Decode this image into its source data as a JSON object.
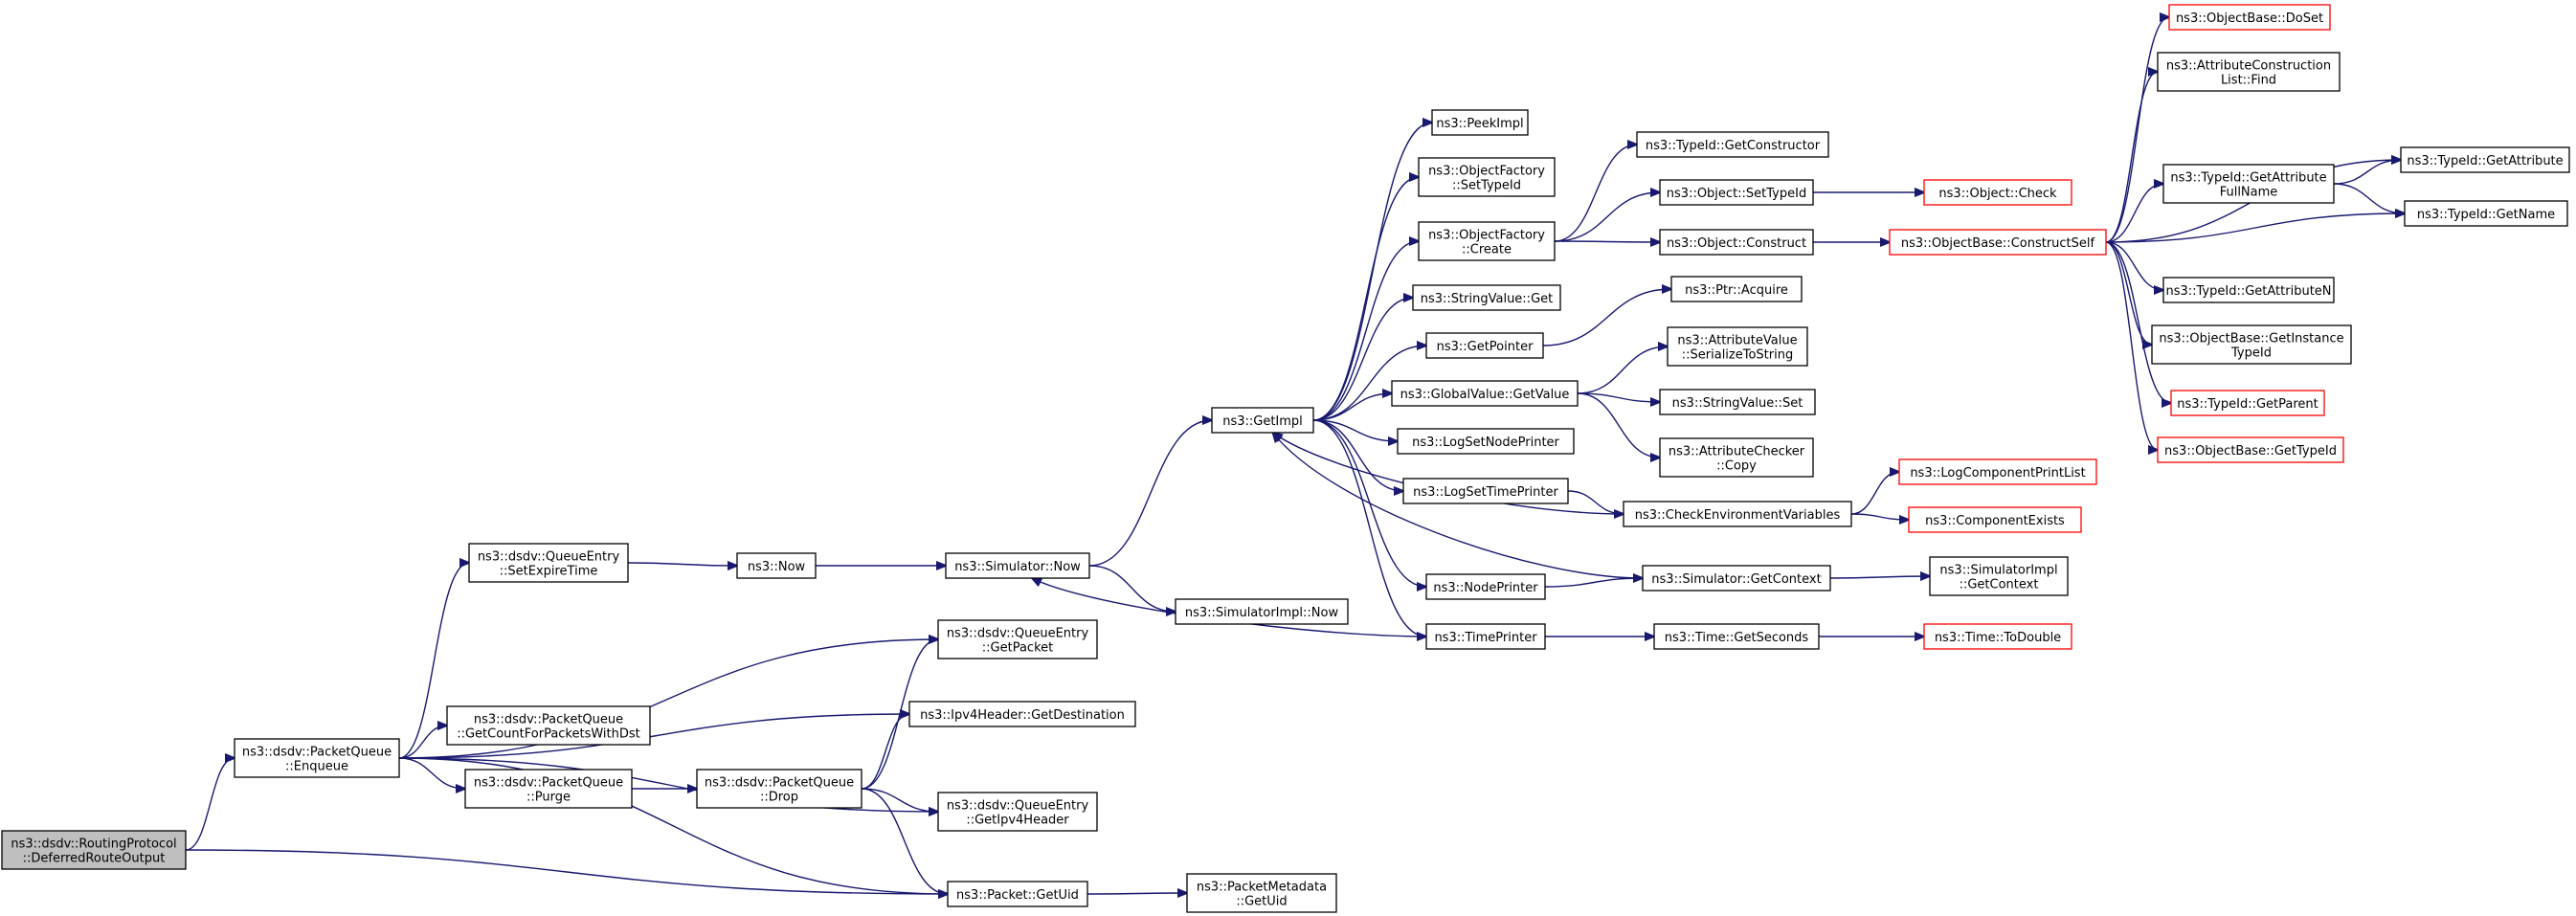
{
  "graph": {
    "edge_color": "#191970",
    "node_border": "#000000",
    "node_border_external": "#ff0000",
    "root_fill": "#bfbfbf",
    "nodes": [
      {
        "id": "root",
        "lines": [
          "ns3::dsdv::RoutingProtocol",
          "::DeferredRouteOutput"
        ],
        "style": "root"
      },
      {
        "id": "enqueue",
        "lines": [
          "ns3::dsdv::PacketQueue",
          "::Enqueue"
        ],
        "style": "normal"
      },
      {
        "id": "setexpire",
        "lines": [
          "ns3::dsdv::QueueEntry",
          "::SetExpireTime"
        ],
        "style": "normal"
      },
      {
        "id": "now",
        "lines": [
          "ns3::Now"
        ],
        "style": "normal"
      },
      {
        "id": "simnow",
        "lines": [
          "ns3::Simulator::Now"
        ],
        "style": "normal"
      },
      {
        "id": "getimpl",
        "lines": [
          "ns3::GetImpl"
        ],
        "style": "normal"
      },
      {
        "id": "simimplnow",
        "lines": [
          "ns3::SimulatorImpl::Now"
        ],
        "style": "normal"
      },
      {
        "id": "getpacket",
        "lines": [
          "ns3::dsdv::QueueEntry",
          "::GetPacket"
        ],
        "style": "normal"
      },
      {
        "id": "getdest",
        "lines": [
          "ns3::Ipv4Header::GetDestination"
        ],
        "style": "normal"
      },
      {
        "id": "getcount",
        "lines": [
          "ns3::dsdv::PacketQueue",
          "::GetCountForPacketsWithDst"
        ],
        "style": "normal"
      },
      {
        "id": "purge",
        "lines": [
          "ns3::dsdv::PacketQueue",
          "::Purge"
        ],
        "style": "normal"
      },
      {
        "id": "drop",
        "lines": [
          "ns3::dsdv::PacketQueue",
          "::Drop"
        ],
        "style": "normal"
      },
      {
        "id": "getipv4",
        "lines": [
          "ns3::dsdv::QueueEntry",
          "::GetIpv4Header"
        ],
        "style": "normal"
      },
      {
        "id": "getuid",
        "lines": [
          "ns3::Packet::GetUid"
        ],
        "style": "normal"
      },
      {
        "id": "pmgetuid",
        "lines": [
          "ns3::PacketMetadata",
          "::GetUid"
        ],
        "style": "normal"
      },
      {
        "id": "peekimpl",
        "lines": [
          "ns3::PeekImpl"
        ],
        "style": "normal"
      },
      {
        "id": "ofsettypeid",
        "lines": [
          "ns3::ObjectFactory",
          "::SetTypeId"
        ],
        "style": "normal"
      },
      {
        "id": "ofcreate",
        "lines": [
          "ns3::ObjectFactory",
          "::Create"
        ],
        "style": "normal"
      },
      {
        "id": "svget",
        "lines": [
          "ns3::StringValue::Get"
        ],
        "style": "normal"
      },
      {
        "id": "getpointer",
        "lines": [
          "ns3::GetPointer"
        ],
        "style": "normal"
      },
      {
        "id": "gvgetvalue",
        "lines": [
          "ns3::GlobalValue::GetValue"
        ],
        "style": "normal"
      },
      {
        "id": "lognode",
        "lines": [
          "ns3::LogSetNodePrinter"
        ],
        "style": "normal"
      },
      {
        "id": "logtime",
        "lines": [
          "ns3::LogSetTimePrinter"
        ],
        "style": "normal"
      },
      {
        "id": "nodeprinter",
        "lines": [
          "ns3::NodePrinter"
        ],
        "style": "normal"
      },
      {
        "id": "timeprinter",
        "lines": [
          "ns3::TimePrinter"
        ],
        "style": "normal"
      },
      {
        "id": "tidgetctor",
        "lines": [
          "ns3::TypeId::GetConstructor"
        ],
        "style": "normal"
      },
      {
        "id": "objsettypeid",
        "lines": [
          "ns3::Object::SetTypeId"
        ],
        "style": "normal"
      },
      {
        "id": "objconstruct",
        "lines": [
          "ns3::Object::Construct"
        ],
        "style": "normal"
      },
      {
        "id": "ptracquire",
        "lines": [
          "ns3::Ptr::Acquire"
        ],
        "style": "normal"
      },
      {
        "id": "avserialize",
        "lines": [
          "ns3::AttributeValue",
          "::SerializeToString"
        ],
        "style": "normal"
      },
      {
        "id": "svset",
        "lines": [
          "ns3::StringValue::Set"
        ],
        "style": "normal"
      },
      {
        "id": "accopy",
        "lines": [
          "ns3::AttributeChecker",
          "::Copy"
        ],
        "style": "normal"
      },
      {
        "id": "checkenv",
        "lines": [
          "ns3::CheckEnvironmentVariables"
        ],
        "style": "normal"
      },
      {
        "id": "simgetctx",
        "lines": [
          "ns3::Simulator::GetContext"
        ],
        "style": "normal"
      },
      {
        "id": "timegetsec",
        "lines": [
          "ns3::Time::GetSeconds"
        ],
        "style": "normal"
      },
      {
        "id": "objcheck",
        "lines": [
          "ns3::Object::Check"
        ],
        "style": "red"
      },
      {
        "id": "obconstructself",
        "lines": [
          "ns3::ObjectBase::ConstructSelf"
        ],
        "style": "red"
      },
      {
        "id": "logcompprint",
        "lines": [
          "ns3::LogComponentPrintList"
        ],
        "style": "red"
      },
      {
        "id": "compexists",
        "lines": [
          "ns3::ComponentExists"
        ],
        "style": "red"
      },
      {
        "id": "simimplgetctx",
        "lines": [
          "ns3::SimulatorImpl",
          "::GetContext"
        ],
        "style": "normal"
      },
      {
        "id": "timetodouble",
        "lines": [
          "ns3::Time::ToDouble"
        ],
        "style": "red"
      },
      {
        "id": "obdoset",
        "lines": [
          "ns3::ObjectBase::DoSet"
        ],
        "style": "red"
      },
      {
        "id": "acfind",
        "lines": [
          "ns3::AttributeConstruction",
          "List::Find"
        ],
        "style": "normal"
      },
      {
        "id": "tidgetattrfull",
        "lines": [
          "ns3::TypeId::GetAttribute",
          "FullName"
        ],
        "style": "normal"
      },
      {
        "id": "tidgetattrn",
        "lines": [
          "ns3::TypeId::GetAttributeN"
        ],
        "style": "normal"
      },
      {
        "id": "obgetinst",
        "lines": [
          "ns3::ObjectBase::GetInstance",
          "TypeId"
        ],
        "style": "normal"
      },
      {
        "id": "tidgetparent",
        "lines": [
          "ns3::TypeId::GetParent"
        ],
        "style": "red"
      },
      {
        "id": "obgettypeid",
        "lines": [
          "ns3::ObjectBase::GetTypeId"
        ],
        "style": "red"
      },
      {
        "id": "tidgetattr",
        "lines": [
          "ns3::TypeId::GetAttribute"
        ],
        "style": "normal"
      },
      {
        "id": "tidgetname",
        "lines": [
          "ns3::TypeId::GetName"
        ],
        "style": "normal"
      }
    ],
    "edges": [
      [
        "root",
        "enqueue"
      ],
      [
        "root",
        "getuid"
      ],
      [
        "enqueue",
        "setexpire"
      ],
      [
        "enqueue",
        "getpacket"
      ],
      [
        "enqueue",
        "getdest"
      ],
      [
        "enqueue",
        "getcount"
      ],
      [
        "enqueue",
        "purge"
      ],
      [
        "enqueue",
        "getipv4"
      ],
      [
        "enqueue",
        "getuid"
      ],
      [
        "setexpire",
        "now"
      ],
      [
        "now",
        "simnow"
      ],
      [
        "simnow",
        "getimpl"
      ],
      [
        "simnow",
        "simimplnow"
      ],
      [
        "purge",
        "drop"
      ],
      [
        "drop",
        "getpacket"
      ],
      [
        "drop",
        "getdest"
      ],
      [
        "drop",
        "getipv4"
      ],
      [
        "drop",
        "getuid"
      ],
      [
        "getuid",
        "pmgetuid"
      ],
      [
        "getimpl",
        "peekimpl"
      ],
      [
        "getimpl",
        "ofsettypeid"
      ],
      [
        "getimpl",
        "ofcreate"
      ],
      [
        "getimpl",
        "svget"
      ],
      [
        "getimpl",
        "getpointer"
      ],
      [
        "getimpl",
        "gvgetvalue"
      ],
      [
        "getimpl",
        "lognode"
      ],
      [
        "getimpl",
        "logtime"
      ],
      [
        "getimpl",
        "nodeprinter"
      ],
      [
        "getimpl",
        "timeprinter"
      ],
      [
        "ofcreate",
        "tidgetctor"
      ],
      [
        "ofcreate",
        "objsettypeid"
      ],
      [
        "ofcreate",
        "objconstruct"
      ],
      [
        "objsettypeid",
        "objcheck"
      ],
      [
        "objconstruct",
        "obconstructself"
      ],
      [
        "getpointer",
        "ptracquire"
      ],
      [
        "gvgetvalue",
        "avserialize"
      ],
      [
        "gvgetvalue",
        "svset"
      ],
      [
        "gvgetvalue",
        "accopy"
      ],
      [
        "logtime",
        "checkenv"
      ],
      [
        "checkenv",
        "logcompprint"
      ],
      [
        "checkenv",
        "compexists"
      ],
      [
        "checkenv",
        "getimpl"
      ],
      [
        "nodeprinter",
        "simgetctx"
      ],
      [
        "simgetctx",
        "simimplgetctx"
      ],
      [
        "simgetctx",
        "getimpl"
      ],
      [
        "timeprinter",
        "timegetsec"
      ],
      [
        "timeprinter",
        "simnow"
      ],
      [
        "timegetsec",
        "timetodouble"
      ],
      [
        "obconstructself",
        "obdoset"
      ],
      [
        "obconstructself",
        "acfind"
      ],
      [
        "obconstructself",
        "tidgetattr"
      ],
      [
        "obconstructself",
        "tidgetattrfull"
      ],
      [
        "obconstructself",
        "tidgetname"
      ],
      [
        "obconstructself",
        "tidgetattrn"
      ],
      [
        "obconstructself",
        "obgetinst"
      ],
      [
        "obconstructself",
        "tidgetparent"
      ],
      [
        "obconstructself",
        "obgettypeid"
      ],
      [
        "tidgetattrfull",
        "tidgetattr"
      ],
      [
        "tidgetattrfull",
        "tidgetname"
      ]
    ]
  }
}
